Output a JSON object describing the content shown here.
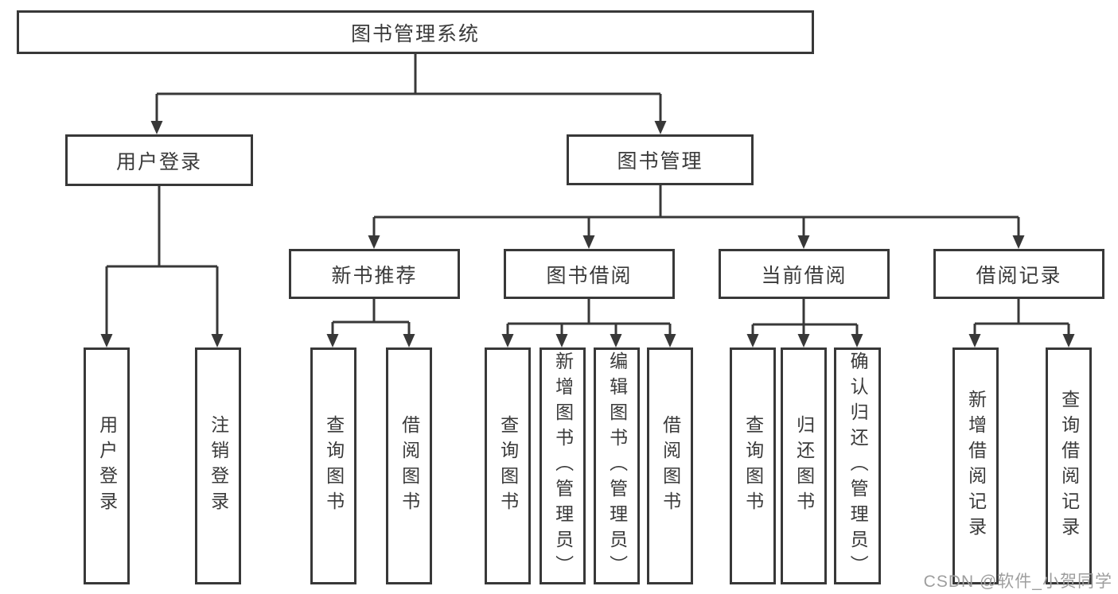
{
  "tree": {
    "label": "图书管理系统",
    "children": [
      {
        "label": "用户登录",
        "children": [
          {
            "label": "用户登录"
          },
          {
            "label": "注销登录"
          }
        ]
      },
      {
        "label": "图书管理",
        "children": [
          {
            "label": "新书推荐",
            "children": [
              {
                "label": "查询图书"
              },
              {
                "label": "借阅图书"
              }
            ]
          },
          {
            "label": "图书借阅",
            "children": [
              {
                "label": "查询图书"
              },
              {
                "label": "新增图书（管理员）"
              },
              {
                "label": "编辑图书（管理员）"
              },
              {
                "label": "借阅图书"
              }
            ]
          },
          {
            "label": "当前借阅",
            "children": [
              {
                "label": "查询图书"
              },
              {
                "label": "归还图书"
              },
              {
                "label": "确认归还（管理员）"
              }
            ]
          },
          {
            "label": "借阅记录",
            "children": [
              {
                "label": "新增借阅记录"
              },
              {
                "label": "查询借阅记录"
              }
            ]
          }
        ]
      }
    ]
  },
  "watermark": {
    "text": "CSDN @软件_小贺同学"
  },
  "colors": {
    "line": "#383838",
    "box_border": "#383838",
    "box_fill": "#ffffff",
    "text": "#3a3a3a",
    "background": "#ffffff",
    "watermark": "#9e9e9e"
  }
}
